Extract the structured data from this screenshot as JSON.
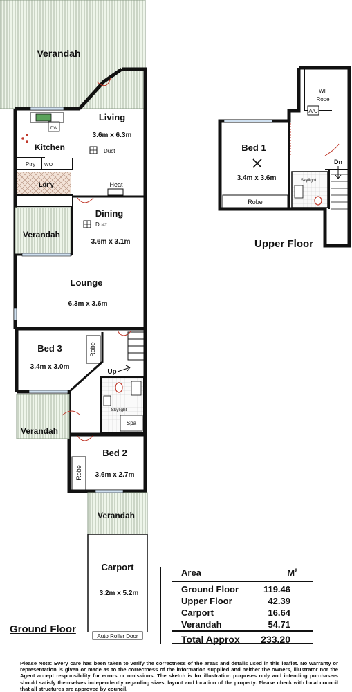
{
  "floors": {
    "ground_title": "Ground Floor",
    "upper_title": "Upper Floor"
  },
  "rooms": {
    "verandah_top": "Verandah",
    "living": {
      "name": "Living",
      "size": "3.6m x 6.3m"
    },
    "duct_living": "Duct",
    "kitchen": "Kitchen",
    "dw": "DW",
    "ptry": "Ptry",
    "wo": "WO",
    "ldry": "Ldr'y",
    "heat": "Heat",
    "dining": {
      "name": "Dining",
      "size": "3.6m x 3.1m"
    },
    "duct_dining": "Duct",
    "verandah_mid": "Verandah",
    "lounge": {
      "name": "Lounge",
      "size": "6.3m x 3.6m"
    },
    "bed3": {
      "name": "Bed 3",
      "size": "3.4m x 3.0m"
    },
    "robe_bed3": "Robe",
    "up": "Up",
    "skylight_ground": "Skylight",
    "spa": "Spa",
    "verandah_left": "Verandah",
    "bed2": {
      "name": "Bed 2",
      "size": "3.6m x 2.7m"
    },
    "robe_bed2": "Robe",
    "verandah_bottom": "Verandah",
    "carport": {
      "name": "Carport",
      "size": "3.2m x 5.2m"
    },
    "auto_roller_door": "Auto Roller Door",
    "wi_robe_1": "WI",
    "wi_robe_2": "Robe",
    "ac": "A/C",
    "bed1": {
      "name": "Bed 1",
      "size": "3.4m x 3.6m"
    },
    "dn": "Dn",
    "skylight_upper": "Skylight",
    "robe_bed1": "Robe"
  },
  "area_table": {
    "header_area": "Area",
    "header_unit": "M",
    "header_sup": "2",
    "rows": [
      {
        "label": "Ground Floor",
        "value": "119.46"
      },
      {
        "label": "Upper Floor",
        "value": "42.39"
      },
      {
        "label": "Carport",
        "value": "16.64"
      },
      {
        "label": "Verandah",
        "value": "54.71"
      }
    ],
    "total_label": "Total Approx",
    "total_value": "233.20"
  },
  "note": {
    "label": "Please Note:",
    "text": " Every care has been taken to verify the correctness of the areas and details used in this leaflet. No warranty or representation is given or made as to the correctness of the information supplied and neither the owners, illustrator nor the Agent accept responsibility for errors or omissions. The sketch is for illustration purposes only and intending purchasers should satisfy themselves independently regarding sizes, layout and location of the property. Please check with local council that all structures are approved by council."
  },
  "colors": {
    "wall": "#111111",
    "verandah_fill": "#e9f2e4",
    "verandah_line": "#8a9a85",
    "door_accent": "#c0392b",
    "ldry_fill": "#f3e3d8",
    "window_fill": "#cfe0f0"
  }
}
